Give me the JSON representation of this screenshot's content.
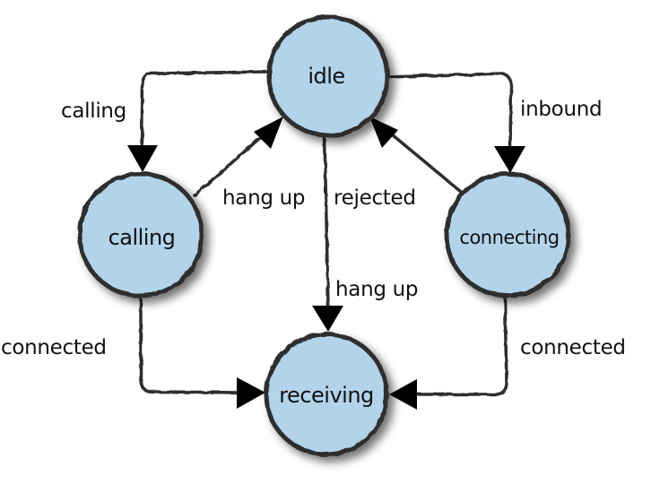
{
  "diagram": {
    "type": "state-machine",
    "colors": {
      "state_fill": "#b2d3ea",
      "state_outline": "#2e2e2e",
      "edge": "#2e2e2e",
      "text": "#111111"
    },
    "states": {
      "idle": "idle",
      "calling": "calling",
      "connecting": "connecting",
      "receiving": "receiving"
    },
    "transitions": [
      {
        "id": "idle-to-calling",
        "from": "idle",
        "to": "calling",
        "label": "calling"
      },
      {
        "id": "idle-to-connecting",
        "from": "idle",
        "to": "connecting",
        "label": "inbound"
      },
      {
        "id": "calling-to-idle",
        "from": "calling",
        "to": "idle",
        "label": "hang up"
      },
      {
        "id": "connecting-to-idle",
        "from": "connecting",
        "to": "idle",
        "label": "rejected"
      },
      {
        "id": "idle-to-receiving",
        "from": "idle",
        "to": "receiving",
        "label": "hang up"
      },
      {
        "id": "calling-to-receiving",
        "from": "calling",
        "to": "receiving",
        "label": "connected"
      },
      {
        "id": "connecting-to-receiving",
        "from": "connecting",
        "to": "receiving",
        "label": "connected"
      }
    ]
  }
}
